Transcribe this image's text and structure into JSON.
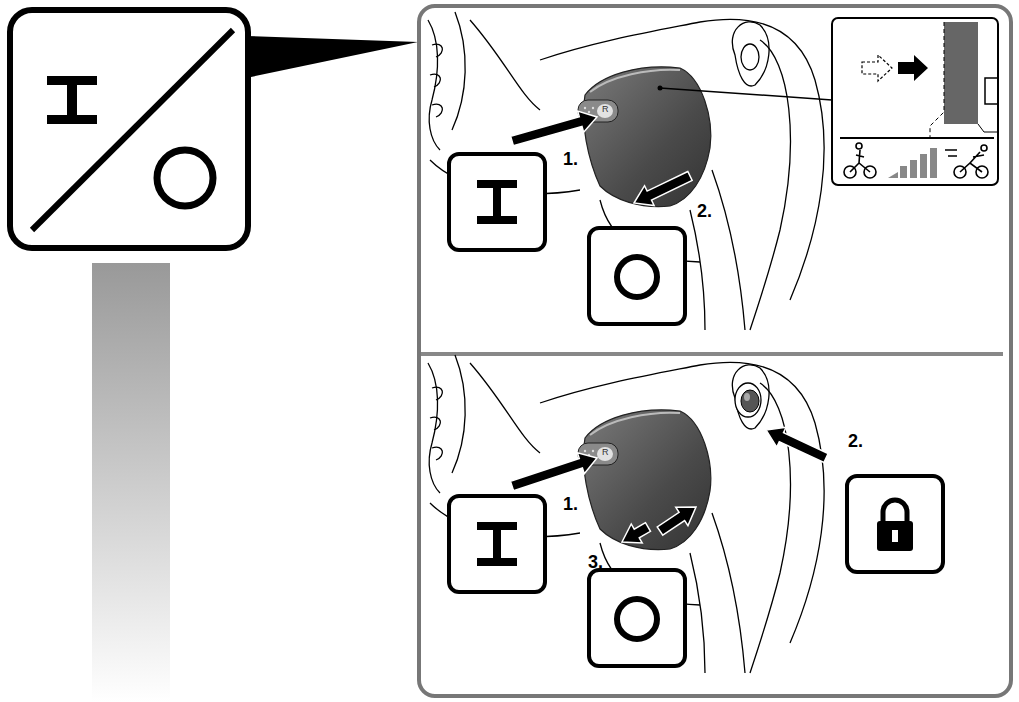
{
  "diagram": {
    "labels": [
      "R",
      "1.",
      "2.",
      "R",
      "1.",
      "2.",
      "3."
    ]
  }
}
